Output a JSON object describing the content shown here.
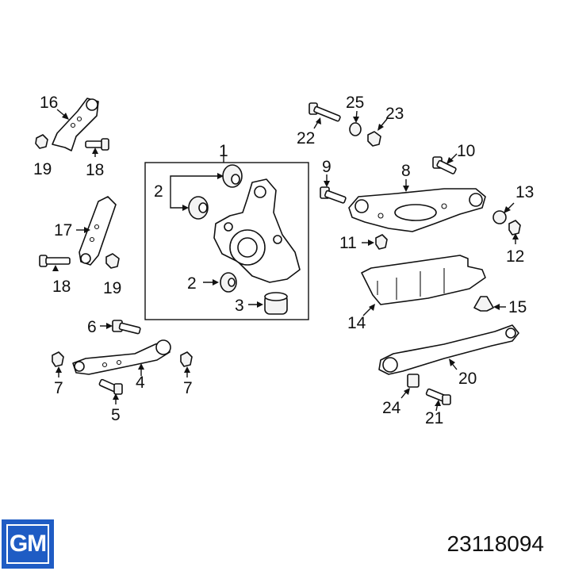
{
  "callouts": [
    {
      "id": "c1",
      "text": "1"
    },
    {
      "id": "c2a",
      "text": "2"
    },
    {
      "id": "c2b",
      "text": "2"
    },
    {
      "id": "c3",
      "text": "3"
    },
    {
      "id": "c4",
      "text": "4"
    },
    {
      "id": "c5",
      "text": "5"
    },
    {
      "id": "c6",
      "text": "6"
    },
    {
      "id": "c7a",
      "text": "7"
    },
    {
      "id": "c7b",
      "text": "7"
    },
    {
      "id": "c8",
      "text": "8"
    },
    {
      "id": "c9",
      "text": "9"
    },
    {
      "id": "c10",
      "text": "10"
    },
    {
      "id": "c11",
      "text": "11"
    },
    {
      "id": "c12",
      "text": "12"
    },
    {
      "id": "c13",
      "text": "13"
    },
    {
      "id": "c14",
      "text": "14"
    },
    {
      "id": "c15",
      "text": "15"
    },
    {
      "id": "c16",
      "text": "16"
    },
    {
      "id": "c17",
      "text": "17"
    },
    {
      "id": "c18a",
      "text": "18"
    },
    {
      "id": "c18b",
      "text": "18"
    },
    {
      "id": "c19a",
      "text": "19"
    },
    {
      "id": "c19b",
      "text": "19"
    },
    {
      "id": "c20",
      "text": "20"
    },
    {
      "id": "c21",
      "text": "21"
    },
    {
      "id": "c22",
      "text": "22"
    },
    {
      "id": "c23",
      "text": "23"
    },
    {
      "id": "c24",
      "text": "24"
    },
    {
      "id": "c25",
      "text": "25"
    }
  ],
  "logo": {
    "text": "GM",
    "color": "#1f5cc4"
  },
  "part_number": "23118094"
}
